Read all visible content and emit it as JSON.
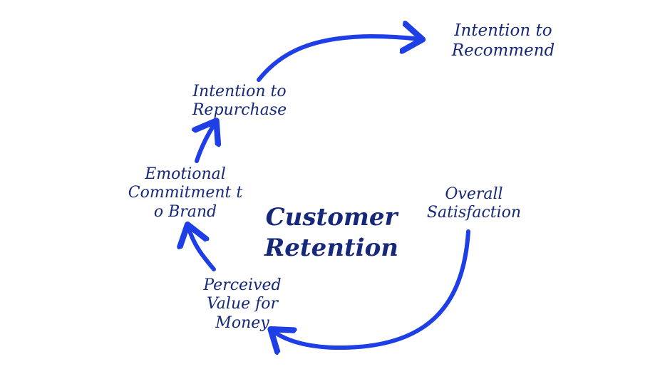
{
  "diagram": {
    "center_title": [
      "Customer",
      "Retention"
    ],
    "nodes": {
      "recommend": [
        "Intention to",
        "Recommend"
      ],
      "repurchase": [
        "Intention to",
        "Repurchase"
      ],
      "emotional": [
        "Emotional",
        "Commitment t",
        "o Brand"
      ],
      "satisfaction": [
        "Overall",
        "Satisfaction"
      ],
      "perceived": [
        "Perceived",
        "Value for",
        "Money"
      ]
    },
    "colors": {
      "arrow": "#1e3ee6",
      "text": "#16287a",
      "background": "#ffffff"
    }
  }
}
